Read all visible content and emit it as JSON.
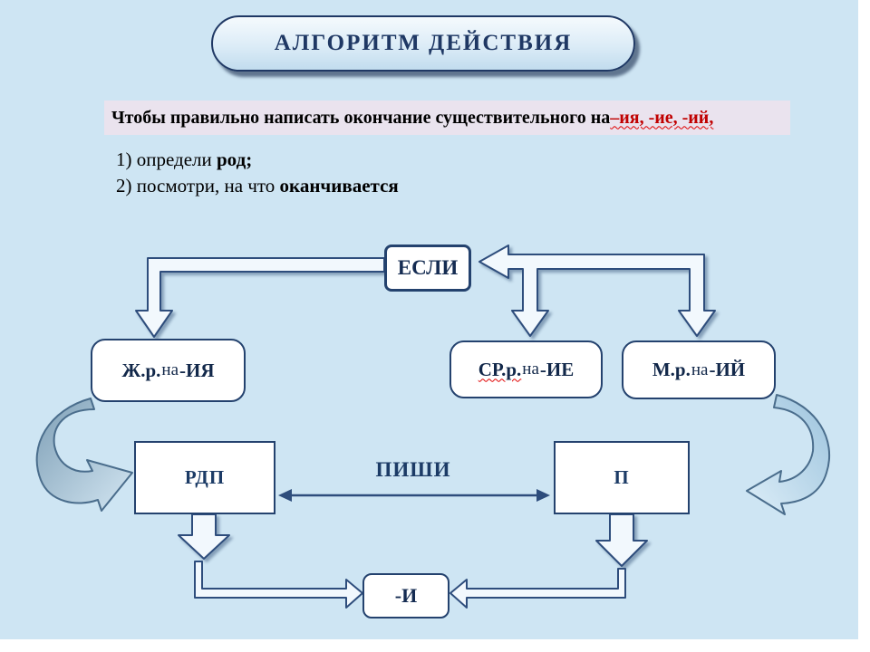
{
  "colors": {
    "slide_background": "#cee5f3",
    "navy": "#1f3864",
    "red": "#c00000",
    "highlight_background": "#eae3ee"
  },
  "title": "АЛГОРИТМ ДЕЙСТВИЯ",
  "intro": {
    "text_black": "Чтобы правильно написать окончание существительного на ",
    "text_red": "–ия, -ие, -ий,"
  },
  "steps": [
    {
      "text": "1) определи ",
      "bold": "род;"
    },
    {
      "text": "2) посмотри, на что ",
      "bold": "оканчивается"
    }
  ],
  "flow": {
    "if_label": "ЕСЛИ",
    "branches": [
      {
        "gender": "Ж.р.",
        "connector": " на ",
        "ending": "-ИЯ"
      },
      {
        "gender": "СР.р.",
        "connector": " на ",
        "ending": "-ИЕ"
      },
      {
        "gender": "М.р.",
        "connector": " на ",
        "ending": "-ИЙ"
      }
    ],
    "left_case": "РДП",
    "right_case": "П",
    "write_label": "ПИШИ",
    "final_ending": "-И"
  }
}
